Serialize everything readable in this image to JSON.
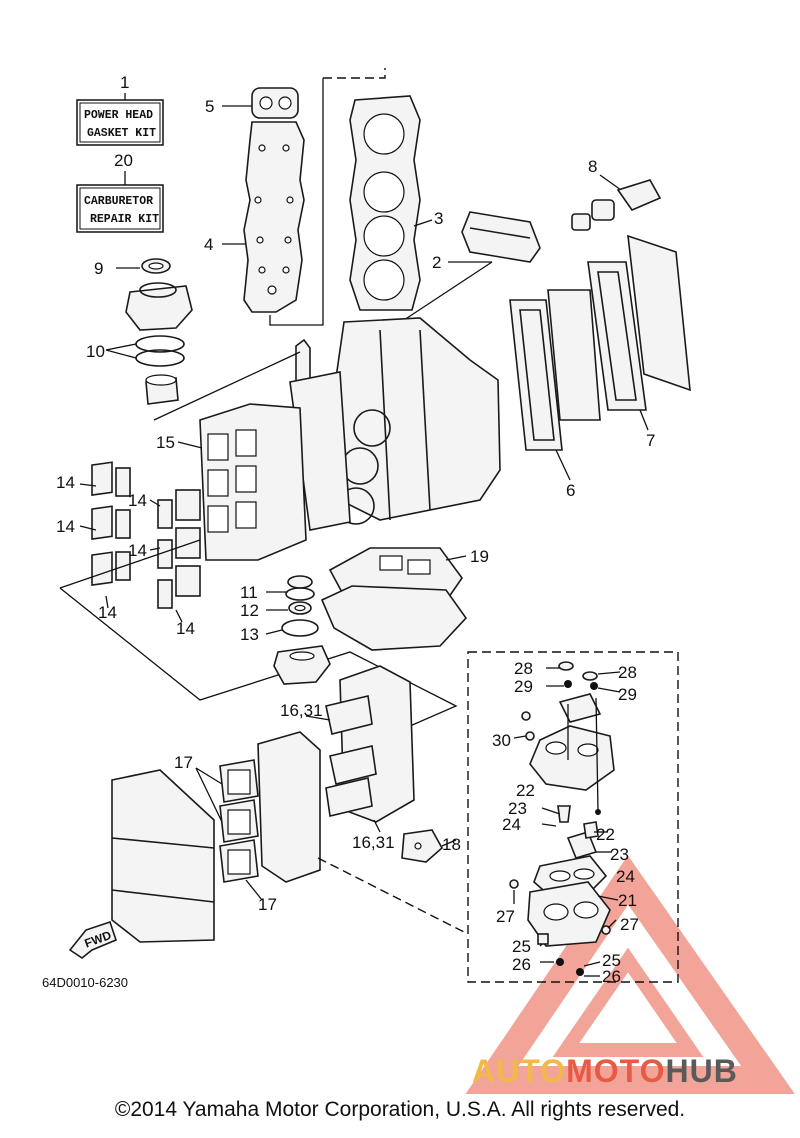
{
  "kits": [
    {
      "ref": "1",
      "line1": "POWER HEAD",
      "line2": "GASKET KIT"
    },
    {
      "ref": "20",
      "line1": "CARBURETOR",
      "line2": "REPAIR KIT"
    }
  ],
  "callouts": {
    "c2": "2",
    "c3": "3",
    "c4": "4",
    "c5": "5",
    "c6": "6",
    "c7": "7",
    "c8": "8",
    "c9": "9",
    "c10": "10",
    "c11": "11",
    "c12": "12",
    "c13": "13",
    "c14a": "14",
    "c14b": "14",
    "c14c": "14",
    "c14d": "14",
    "c14e": "14",
    "c14f": "14",
    "c15": "15",
    "c16a": "16,31",
    "c16b": "16,31",
    "c17a": "17",
    "c17b": "17",
    "c18": "18",
    "c19": "19",
    "c21": "21",
    "c22a": "22",
    "c22b": "22",
    "c23a": "23",
    "c23b": "23",
    "c24a": "24",
    "c24b": "24",
    "c25a": "25",
    "c25b": "25",
    "c26a": "26",
    "c26b": "26",
    "c27a": "27",
    "c27b": "27",
    "c28a": "28",
    "c28b": "28",
    "c29a": "29",
    "c29b": "29",
    "c30": "30"
  },
  "fwd_label": "FWD",
  "diagram_code": "64D0010-6230",
  "watermark": {
    "part1": "AUTO",
    "part2": "MOTO",
    "part3": "HUB",
    "colors": [
      "#f2b94a",
      "#e85a44",
      "#5a5a5a"
    ],
    "logo_color": "#e85a44"
  },
  "copyright": "©2014 Yamaha Motor Corporation, U.S.A. All rights reserved."
}
